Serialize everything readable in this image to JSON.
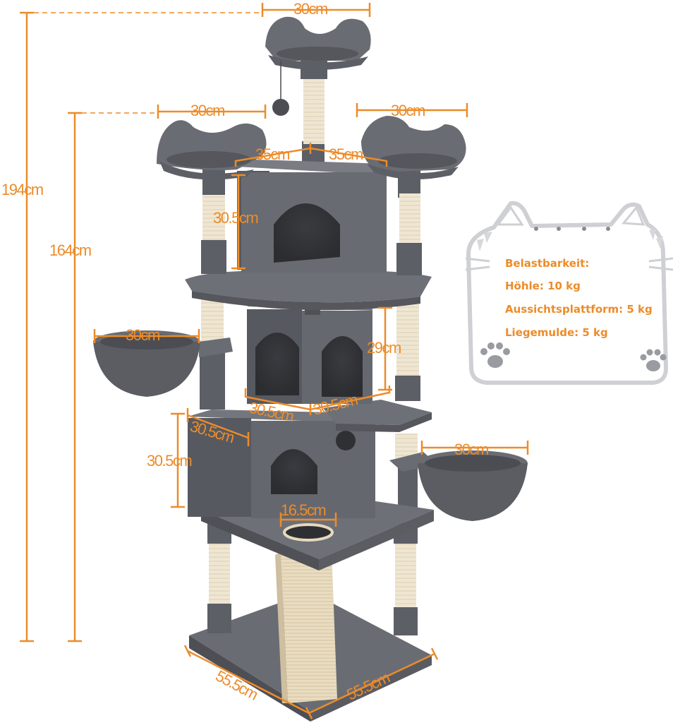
{
  "colors": {
    "accent": "#ec8c2a",
    "plush": "#5d5f66",
    "plush_dark": "#45474d",
    "plush_light": "#7a7c83",
    "sisal": "#efe6d2",
    "panel_border": "#cfd0d4"
  },
  "dimensions": {
    "total_height": "194cm",
    "mid_height": "164cm",
    "top_perch_width": "30cm",
    "left_perch_width": "30cm",
    "right_perch_width": "30cm",
    "upper_cave_left_depth": "35cm",
    "upper_cave_right_depth": "35cm",
    "upper_cave_height": "30.5cm",
    "middle_cave_height": "29cm",
    "middle_cave_left_width": "30.5cm",
    "middle_cave_right_width": "30.5cm",
    "left_basket_width": "30cm",
    "lower_cave_width": "30.5cm",
    "lower_cave_height": "30.5cm",
    "right_basket_width": "30cm",
    "tunnel_hole_width": "16.5cm",
    "base_left_width": "55.5cm",
    "base_right_width": "55.5cm"
  },
  "load_panel": {
    "title": "Belastbarkeit:",
    "lines": [
      "Höhle: 10 kg",
      "Aussichtsplattform: 5 kg",
      "Liegemulde: 5 kg"
    ]
  },
  "icons": [
    "cat-face-panel-icon",
    "paw-print-icon"
  ]
}
